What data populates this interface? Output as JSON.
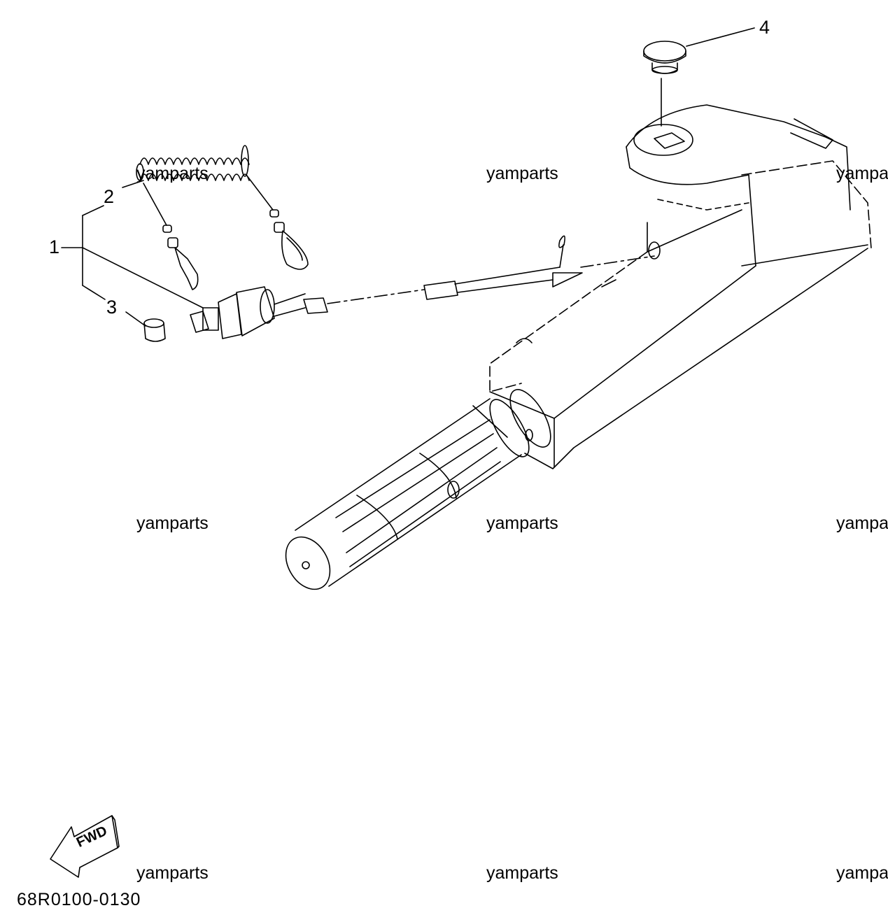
{
  "callouts": {
    "c1": "1",
    "c2": "2",
    "c3": "3",
    "c4": "4"
  },
  "watermark": "yamparts",
  "fwd_label": "FWD",
  "part_code": "68R0100-0130",
  "icons": {
    "fwd": "fwd-arrow-icon"
  }
}
